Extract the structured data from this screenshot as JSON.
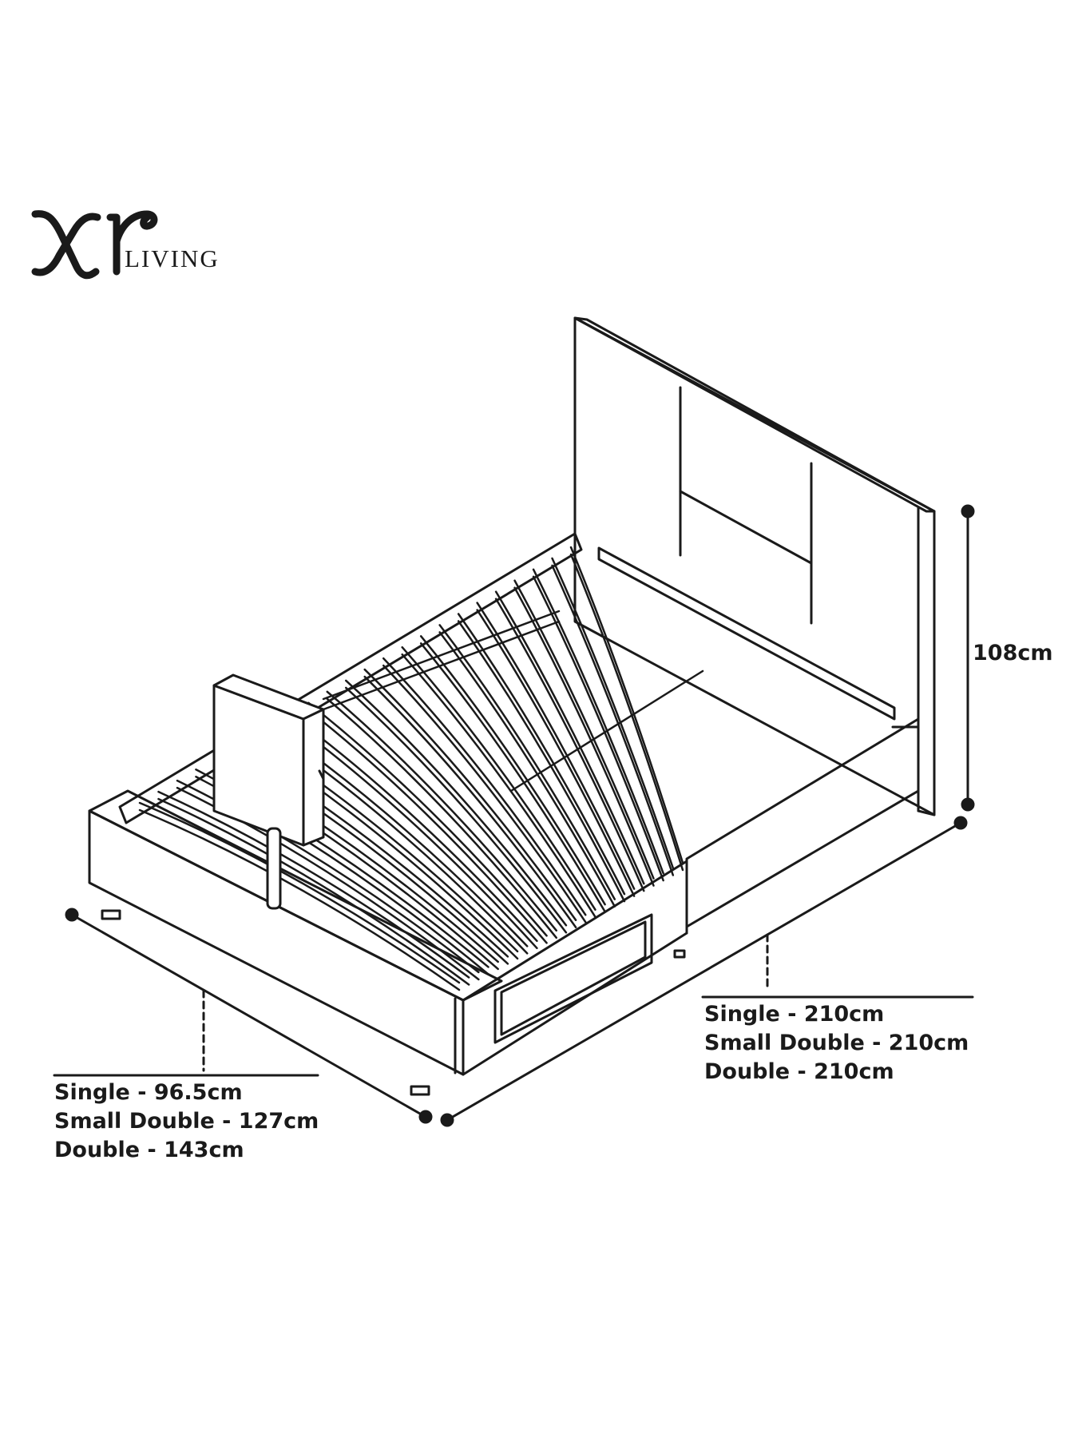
{
  "brand": {
    "logo_mark": "XR",
    "logo_word": "LIVING"
  },
  "dimensions": {
    "height": "108cm",
    "length": [
      "Single - 210cm",
      "Small Double - 210cm",
      "Double - 210cm"
    ],
    "width": [
      "Single - 96.5cm",
      "Small Double - 127cm",
      "Double - 143cm"
    ]
  },
  "colors": {
    "line": "#1a1a1a",
    "background": "#ffffff"
  }
}
